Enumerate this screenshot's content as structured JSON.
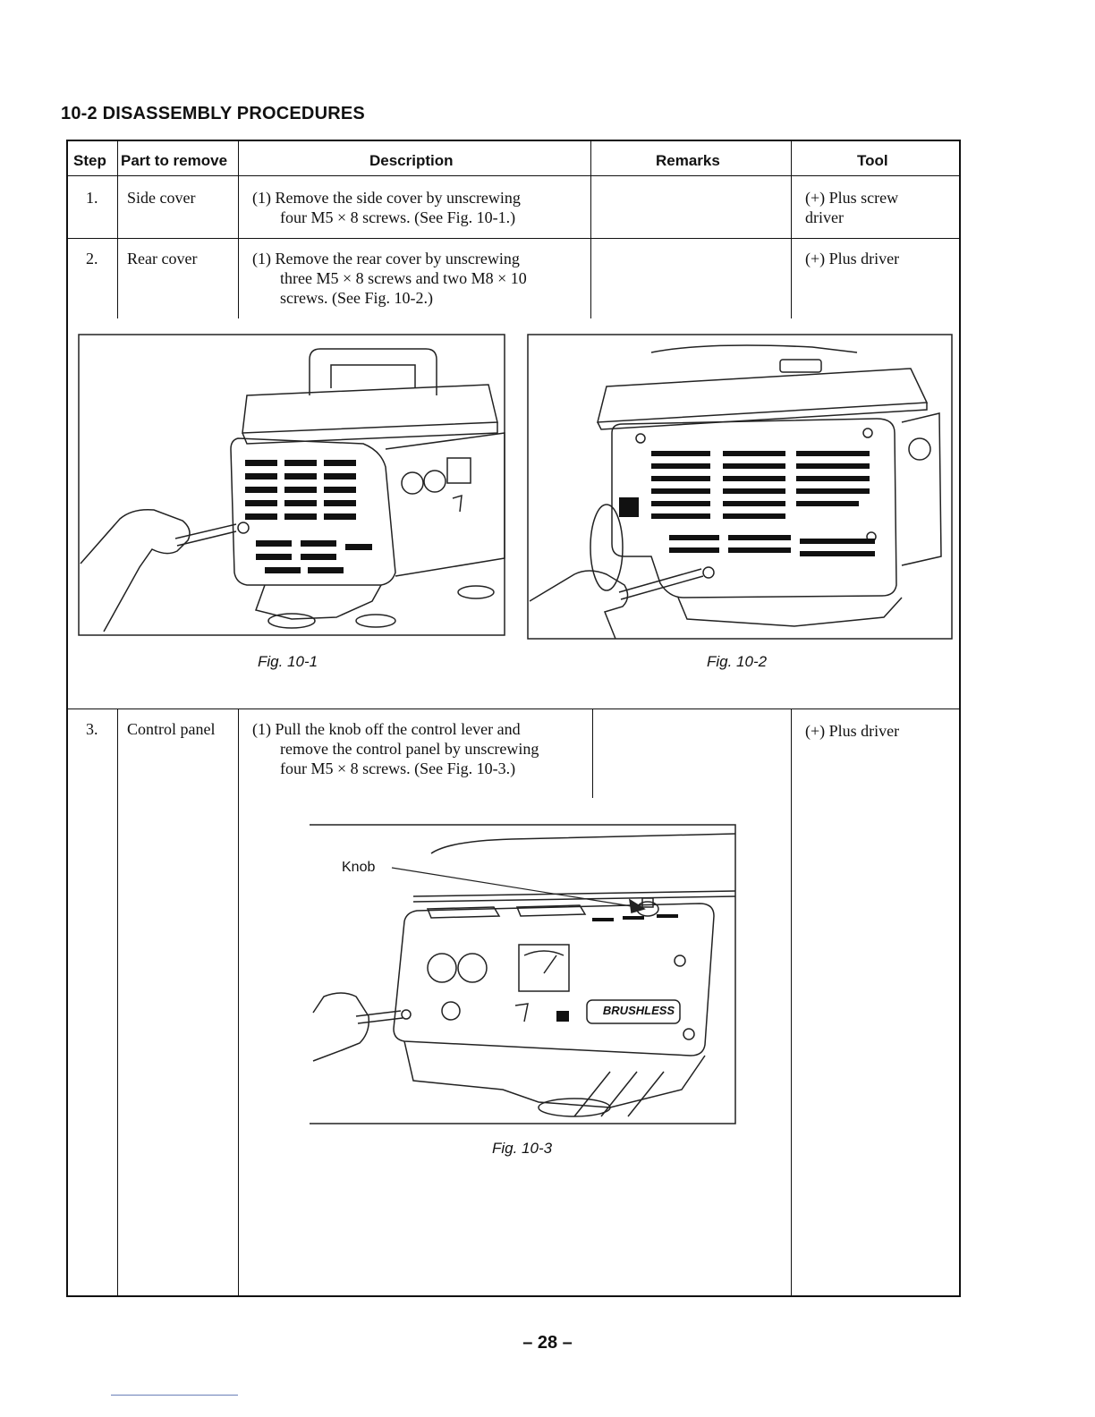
{
  "title": "10-2 DISASSEMBLY PROCEDURES",
  "headers": {
    "step": "Step",
    "part": "Part to remove",
    "description": "Description",
    "remarks": "Remarks",
    "tool": "Tool"
  },
  "rows": [
    {
      "step": "1.",
      "part": "Side cover",
      "desc_num": "(1)",
      "desc_line1": "Remove the side cover by unscrewing",
      "desc_line2": "four M5 × 8 screws. (See Fig. 10-1.)",
      "desc_line3": "",
      "remarks": "",
      "tool_line1": "(+) Plus screw",
      "tool_line2": "driver"
    },
    {
      "step": "2.",
      "part": "Rear cover",
      "desc_num": "(1)",
      "desc_line1": "Remove the rear cover by unscrewing",
      "desc_line2": "three M5 × 8 screws and two M8 × 10",
      "desc_line3": "screws. (See Fig. 10-2.)",
      "remarks": "",
      "tool_line1": "(+) Plus driver",
      "tool_line2": ""
    },
    {
      "step": "3.",
      "part": "Control panel",
      "desc_num": "(1)",
      "desc_line1": "Pull the knob off the control lever and",
      "desc_line2": "remove the control panel by unscrewing",
      "desc_line3": "four M5 × 8 screws. (See Fig. 10-3.)",
      "remarks": "",
      "tool_line1": "(+) Plus driver",
      "tool_line2": ""
    }
  ],
  "figures": {
    "fig1_caption": "Fig. 10-1",
    "fig2_caption": "Fig. 10-2",
    "fig3_caption": "Fig. 10-3",
    "fig3_label_knob": "Knob",
    "fig3_panel_badge": "BRUSHLESS"
  },
  "page_number": "– 28 –"
}
